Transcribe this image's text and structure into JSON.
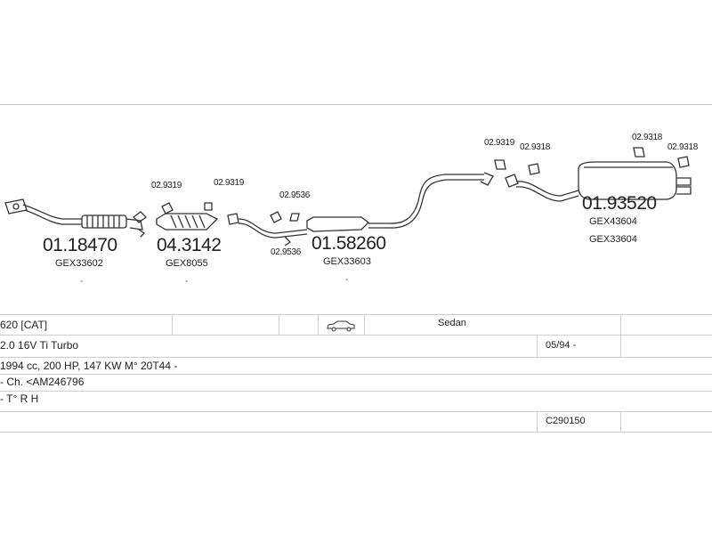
{
  "parts": {
    "p1": {
      "number": "01.18470",
      "gex": "GEX33602"
    },
    "p2": {
      "number": "04.3142",
      "gex": "GEX8055"
    },
    "p3": {
      "number": "01.58260",
      "gex": "GEX33603"
    },
    "p4": {
      "number": "01.93520",
      "gex": "GEX43604",
      "gex2": "GEX33604"
    }
  },
  "fittings": {
    "f1": "02.9319",
    "f2": "02.9319",
    "f3": "02.9536",
    "f4": "02.9536",
    "f5": "02.9319",
    "f6": "02.9318",
    "f7": "02.9318",
    "f8": "02.9318"
  },
  "marks": {
    "dot": "-"
  },
  "table": {
    "model": "620  [CAT]",
    "body": "Sedan",
    "engine": "2.0 16V Ti Turbo",
    "date": "05/94 -",
    "spec": "1994 cc, 200 HP, 147 KW M° 20T44 -",
    "chassis": "- Ch. <AM246796",
    "drive": "- T° R H",
    "code": "C290150"
  },
  "icons": {
    "car": "sedan-car-icon"
  }
}
